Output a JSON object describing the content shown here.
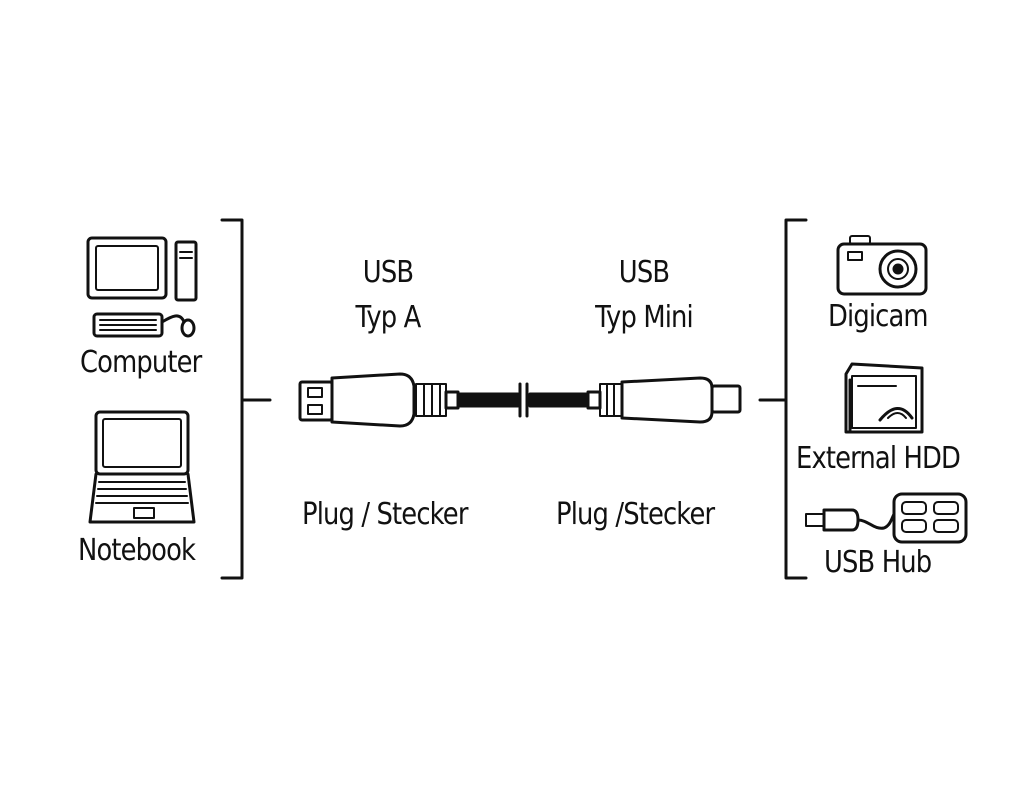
{
  "left_devices": [
    {
      "label": "Computer",
      "icon": "desktop-computer-icon"
    },
    {
      "label": "Notebook",
      "icon": "notebook-icon"
    }
  ],
  "connector_a": {
    "title_line1": "USB",
    "title_line2": "Typ A",
    "caption": "Plug / Stecker"
  },
  "connector_b": {
    "title_line1": "USB",
    "title_line2": "Typ Mini",
    "caption": "Plug /Stecker"
  },
  "right_devices": [
    {
      "label": "Digicam",
      "icon": "digicam-icon"
    },
    {
      "label": "External HDD",
      "icon": "external-hdd-icon"
    },
    {
      "label": "USB Hub",
      "icon": "usb-hub-icon"
    }
  ]
}
